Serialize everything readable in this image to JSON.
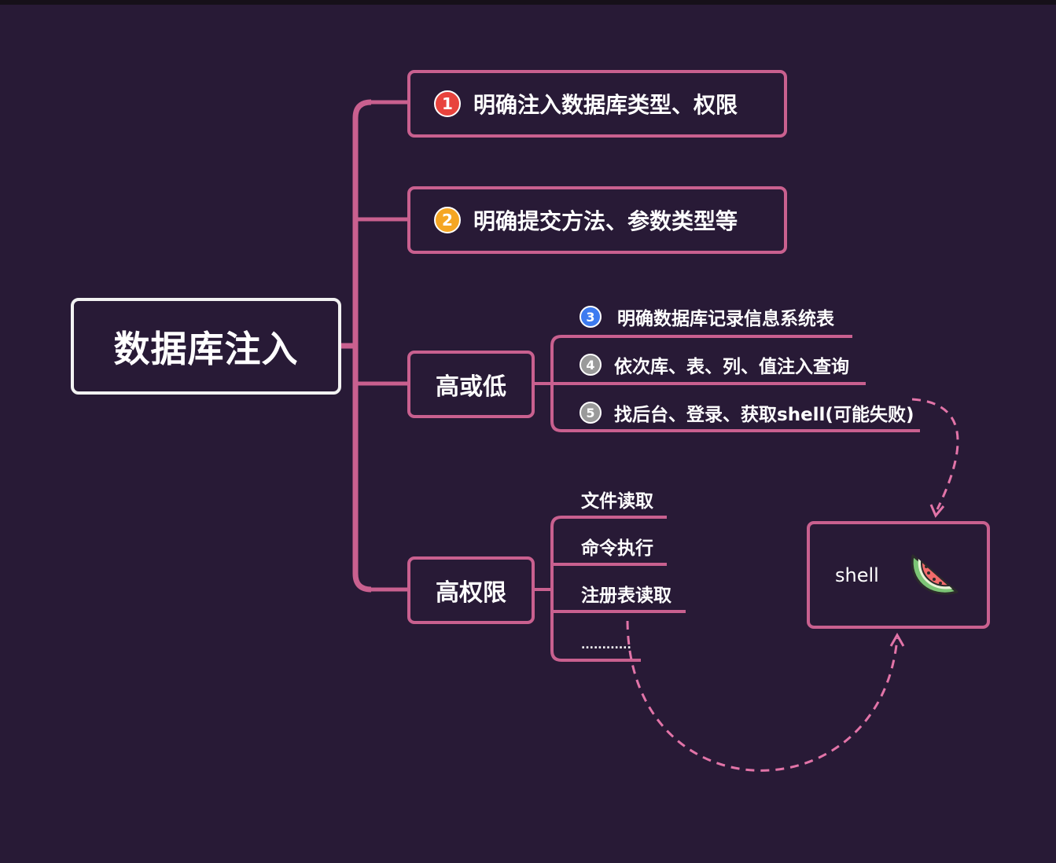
{
  "root": {
    "label": "数据库注入"
  },
  "steps": [
    {
      "badge": "1",
      "label": "明确注入数据库类型、权限",
      "badge_color": "#e8433d"
    },
    {
      "badge": "2",
      "label": "明确提交方法、参数类型等",
      "badge_color": "#f5a623"
    }
  ],
  "low_branch": {
    "label": "高或低",
    "items": [
      {
        "badge": "3",
        "label": "明确数据库记录信息系统表",
        "badge_color": "#3d7bf0"
      },
      {
        "badge": "4",
        "label": "依次库、表、列、值注入查询",
        "badge_color": "#9a9a9a"
      },
      {
        "badge": "5",
        "label": "找后台、登录、获取shell(可能失败)",
        "badge_color": "#9a9a9a"
      }
    ]
  },
  "high_branch": {
    "label": "高权限",
    "items": [
      {
        "label": "文件读取"
      },
      {
        "label": "命令执行"
      },
      {
        "label": "注册表读取"
      },
      {
        "label": "............"
      }
    ]
  },
  "shell": {
    "label": "shell",
    "icon": "watermelon-icon"
  },
  "colors": {
    "background": "#281a36",
    "line": "#c9608f",
    "dashed": "#e274a8",
    "root_border": "#f2f2f2"
  }
}
